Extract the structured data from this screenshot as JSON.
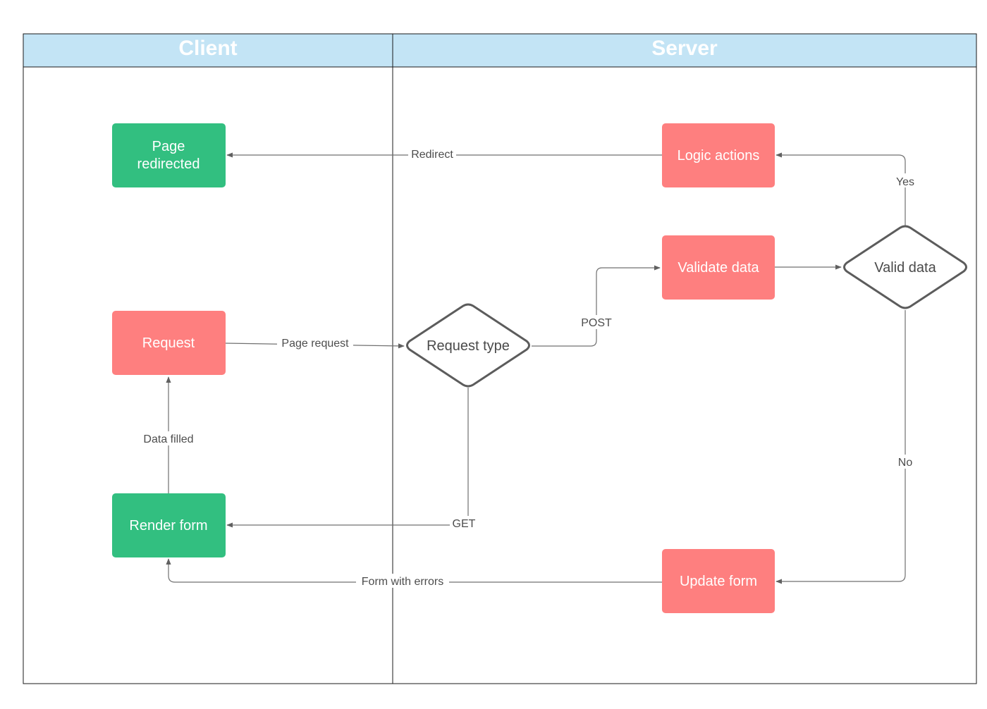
{
  "colors": {
    "header_fill": "#c3e4f5",
    "process_green": "#32bf80",
    "process_red": "#fe7f7f",
    "decision_stroke": "#5c5c5c",
    "edge": "#707070"
  },
  "lanes": {
    "client": {
      "title": "Client"
    },
    "server": {
      "title": "Server"
    }
  },
  "nodes": {
    "page_redirected": {
      "line1": "Page",
      "line2": "redirected"
    },
    "request": {
      "label": "Request"
    },
    "render_form": {
      "label": "Render form"
    },
    "request_type": {
      "label": "Request type"
    },
    "logic_actions": {
      "label": "Logic actions"
    },
    "validate_data": {
      "label": "Validate data"
    },
    "valid_data": {
      "label": "Valid data"
    },
    "update_form": {
      "label": "Update form"
    }
  },
  "edges": {
    "redirect": {
      "label": "Redirect"
    },
    "yes": {
      "label": "Yes"
    },
    "post": {
      "label": "POST"
    },
    "page_request": {
      "label": "Page request"
    },
    "data_filled": {
      "label": "Data filled"
    },
    "get": {
      "label": "GET"
    },
    "no": {
      "label": "No"
    },
    "form_with_errors": {
      "label": "Form with errors"
    }
  }
}
